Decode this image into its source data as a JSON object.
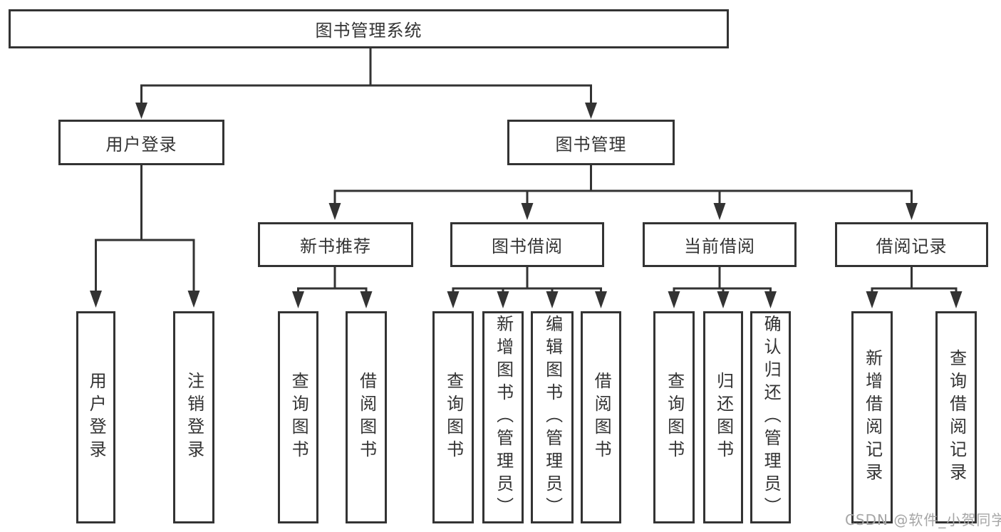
{
  "colors": {
    "line": "#333333",
    "text": "#333333",
    "background": "#ffffff",
    "watermark": "#a6a6a6"
  },
  "watermark": "CSDN @软件_小贺同学",
  "diagram": {
    "root": {
      "label": "图书管理系统"
    },
    "level2": [
      {
        "label": "用户登录"
      },
      {
        "label": "图书管理"
      }
    ],
    "level3": [
      {
        "label": "新书推荐"
      },
      {
        "label": "图书借阅"
      },
      {
        "label": "当前借阅"
      },
      {
        "label": "借阅记录"
      }
    ],
    "leaves": [
      {
        "label": "用户登录"
      },
      {
        "label": "注销登录"
      },
      {
        "label": "查询图书"
      },
      {
        "label": "借阅图书"
      },
      {
        "label": "查询图书"
      },
      {
        "label": "新增图书（管理员）"
      },
      {
        "label": "编辑图书（管理员）"
      },
      {
        "label": "借阅图书"
      },
      {
        "label": "查询图书"
      },
      {
        "label": "归还图书"
      },
      {
        "label": "确认归还（管理员）"
      },
      {
        "label": "新增借阅记录"
      },
      {
        "label": "查询借阅记录"
      }
    ]
  }
}
